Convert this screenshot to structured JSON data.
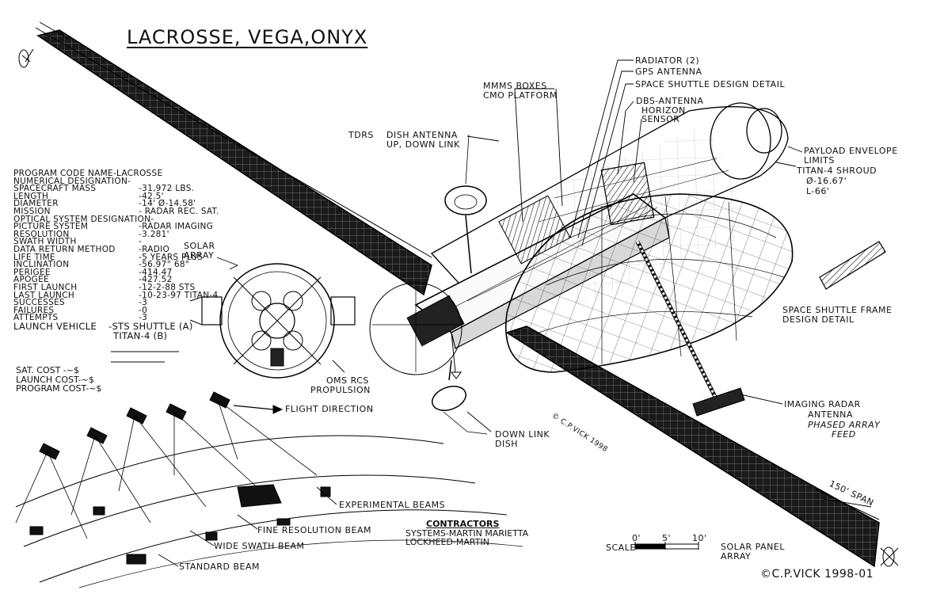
{
  "title": "LACROSSE, VEGA,ONYX",
  "specs": [
    {
      "label": "PROGRAM CODE NAME-LACROSSE",
      "value": ""
    },
    {
      "label": "NUMERICAL DESIGNATION-",
      "value": ""
    },
    {
      "label": "SPACECRAFT MASS",
      "value": "-31,972 LBS."
    },
    {
      "label": "LENGTH",
      "value": "-42.5'"
    },
    {
      "label": "DIAMETER",
      "value": "-14' Ø-14.58'"
    },
    {
      "label": "MISSION",
      "value": "- RADAR REC. SAT."
    },
    {
      "label": "OPTICAL SYSTEM DESIGNATION-",
      "value": ""
    },
    {
      "label": "PICTURE SYSTEM",
      "value": "-RADAR IMAGING"
    },
    {
      "label": "RESOLUTION",
      "value": "-3.281'"
    },
    {
      "label": "SWATH WIDTH",
      "value": "-"
    },
    {
      "label": "DATA RETURN METHOD",
      "value": "-RADIO"
    },
    {
      "label": "LIFE TIME",
      "value": "-5 YEARS PLUS"
    },
    {
      "label": "INCLINATION",
      "value": "-56.97° 68°"
    },
    {
      "label": "PERIGEE",
      "value": "-414.47"
    },
    {
      "label": "APOGEE",
      "value": "-427.52"
    },
    {
      "label": "FIRST LAUNCH",
      "value": "-12-2-88 STS"
    },
    {
      "label": "LAST LAUNCH",
      "value": "-10-23-97 TITAN-4"
    },
    {
      "label": "SUCCESSES",
      "value": "-3"
    },
    {
      "label": "FAILURES",
      "value": "-0"
    },
    {
      "label": "ATTEMPTS",
      "value": "-3"
    },
    {
      "label": "LAUNCH VEHICLE",
      "value": "-STS SHUTTLE (A)"
    }
  ],
  "launch_vehicle_alt": "TITAN-4 (B)",
  "costs": [
    "SAT. COST -~$",
    "LAUNCH COST-~$",
    "PROGRAM COST-~$"
  ],
  "callouts": {
    "radiator": "RADIATOR (2)",
    "gps": "GPS ANTENNA",
    "shuttle_detail": "SPACE SHUTTLE DESIGN DETAIL",
    "mmms1": "MMMS BOXES",
    "mmms2": "CMO PLATFORM",
    "dbs": "DBS-ANTENNA",
    "horizon1": "HORIZON",
    "horizon2": "SENSOR",
    "tdrs": "TDRS",
    "dish1": "DISH ANTENNA",
    "dish2": "UP, DOWN LINK",
    "payload1": "PAYLOAD ENVELOPE",
    "payload2": "LIMITS",
    "titan1": "TITAN-4 SHROUD",
    "titan2": "Ø-16.67'",
    "titan3": "L-66'",
    "solar1": "SOLAR",
    "solar2": "ARRAY",
    "frame1": "SPACE SHUTTLE FRAME",
    "frame2": "DESIGN DETAIL",
    "oms1": "OMS RCS",
    "oms2": "PROPULSION",
    "flight": "FLIGHT DIRECTION",
    "downlink1": "DOWN LINK",
    "downlink2": "DISH",
    "imaging1": "IMAGING RADAR",
    "imaging2": "ANTENNA",
    "imaging3": "PHASED ARRAY",
    "imaging4": "FEED",
    "credit_small": "© C.P.VICK 1998",
    "span": "150' SPAN",
    "exp": "EXPERIMENTAL BEAMS",
    "fine": "FINE RESOLUTION BEAM",
    "wide": "WIDE SWATH BEAM",
    "standard": "STANDARD BEAM",
    "scale": "SCALE-",
    "scale0": "0'",
    "scale5": "5'",
    "scale10": "10'",
    "panel1": "SOLAR PANEL",
    "panel2": "ARRAY",
    "credit": "©C.P.VICK 1998-01"
  },
  "contractors": {
    "heading": "CONTRACTORS",
    "line1": "SYSTEMS-MARTIN MARIETTA",
    "line2": "LOCKHEED-MARTIN"
  }
}
